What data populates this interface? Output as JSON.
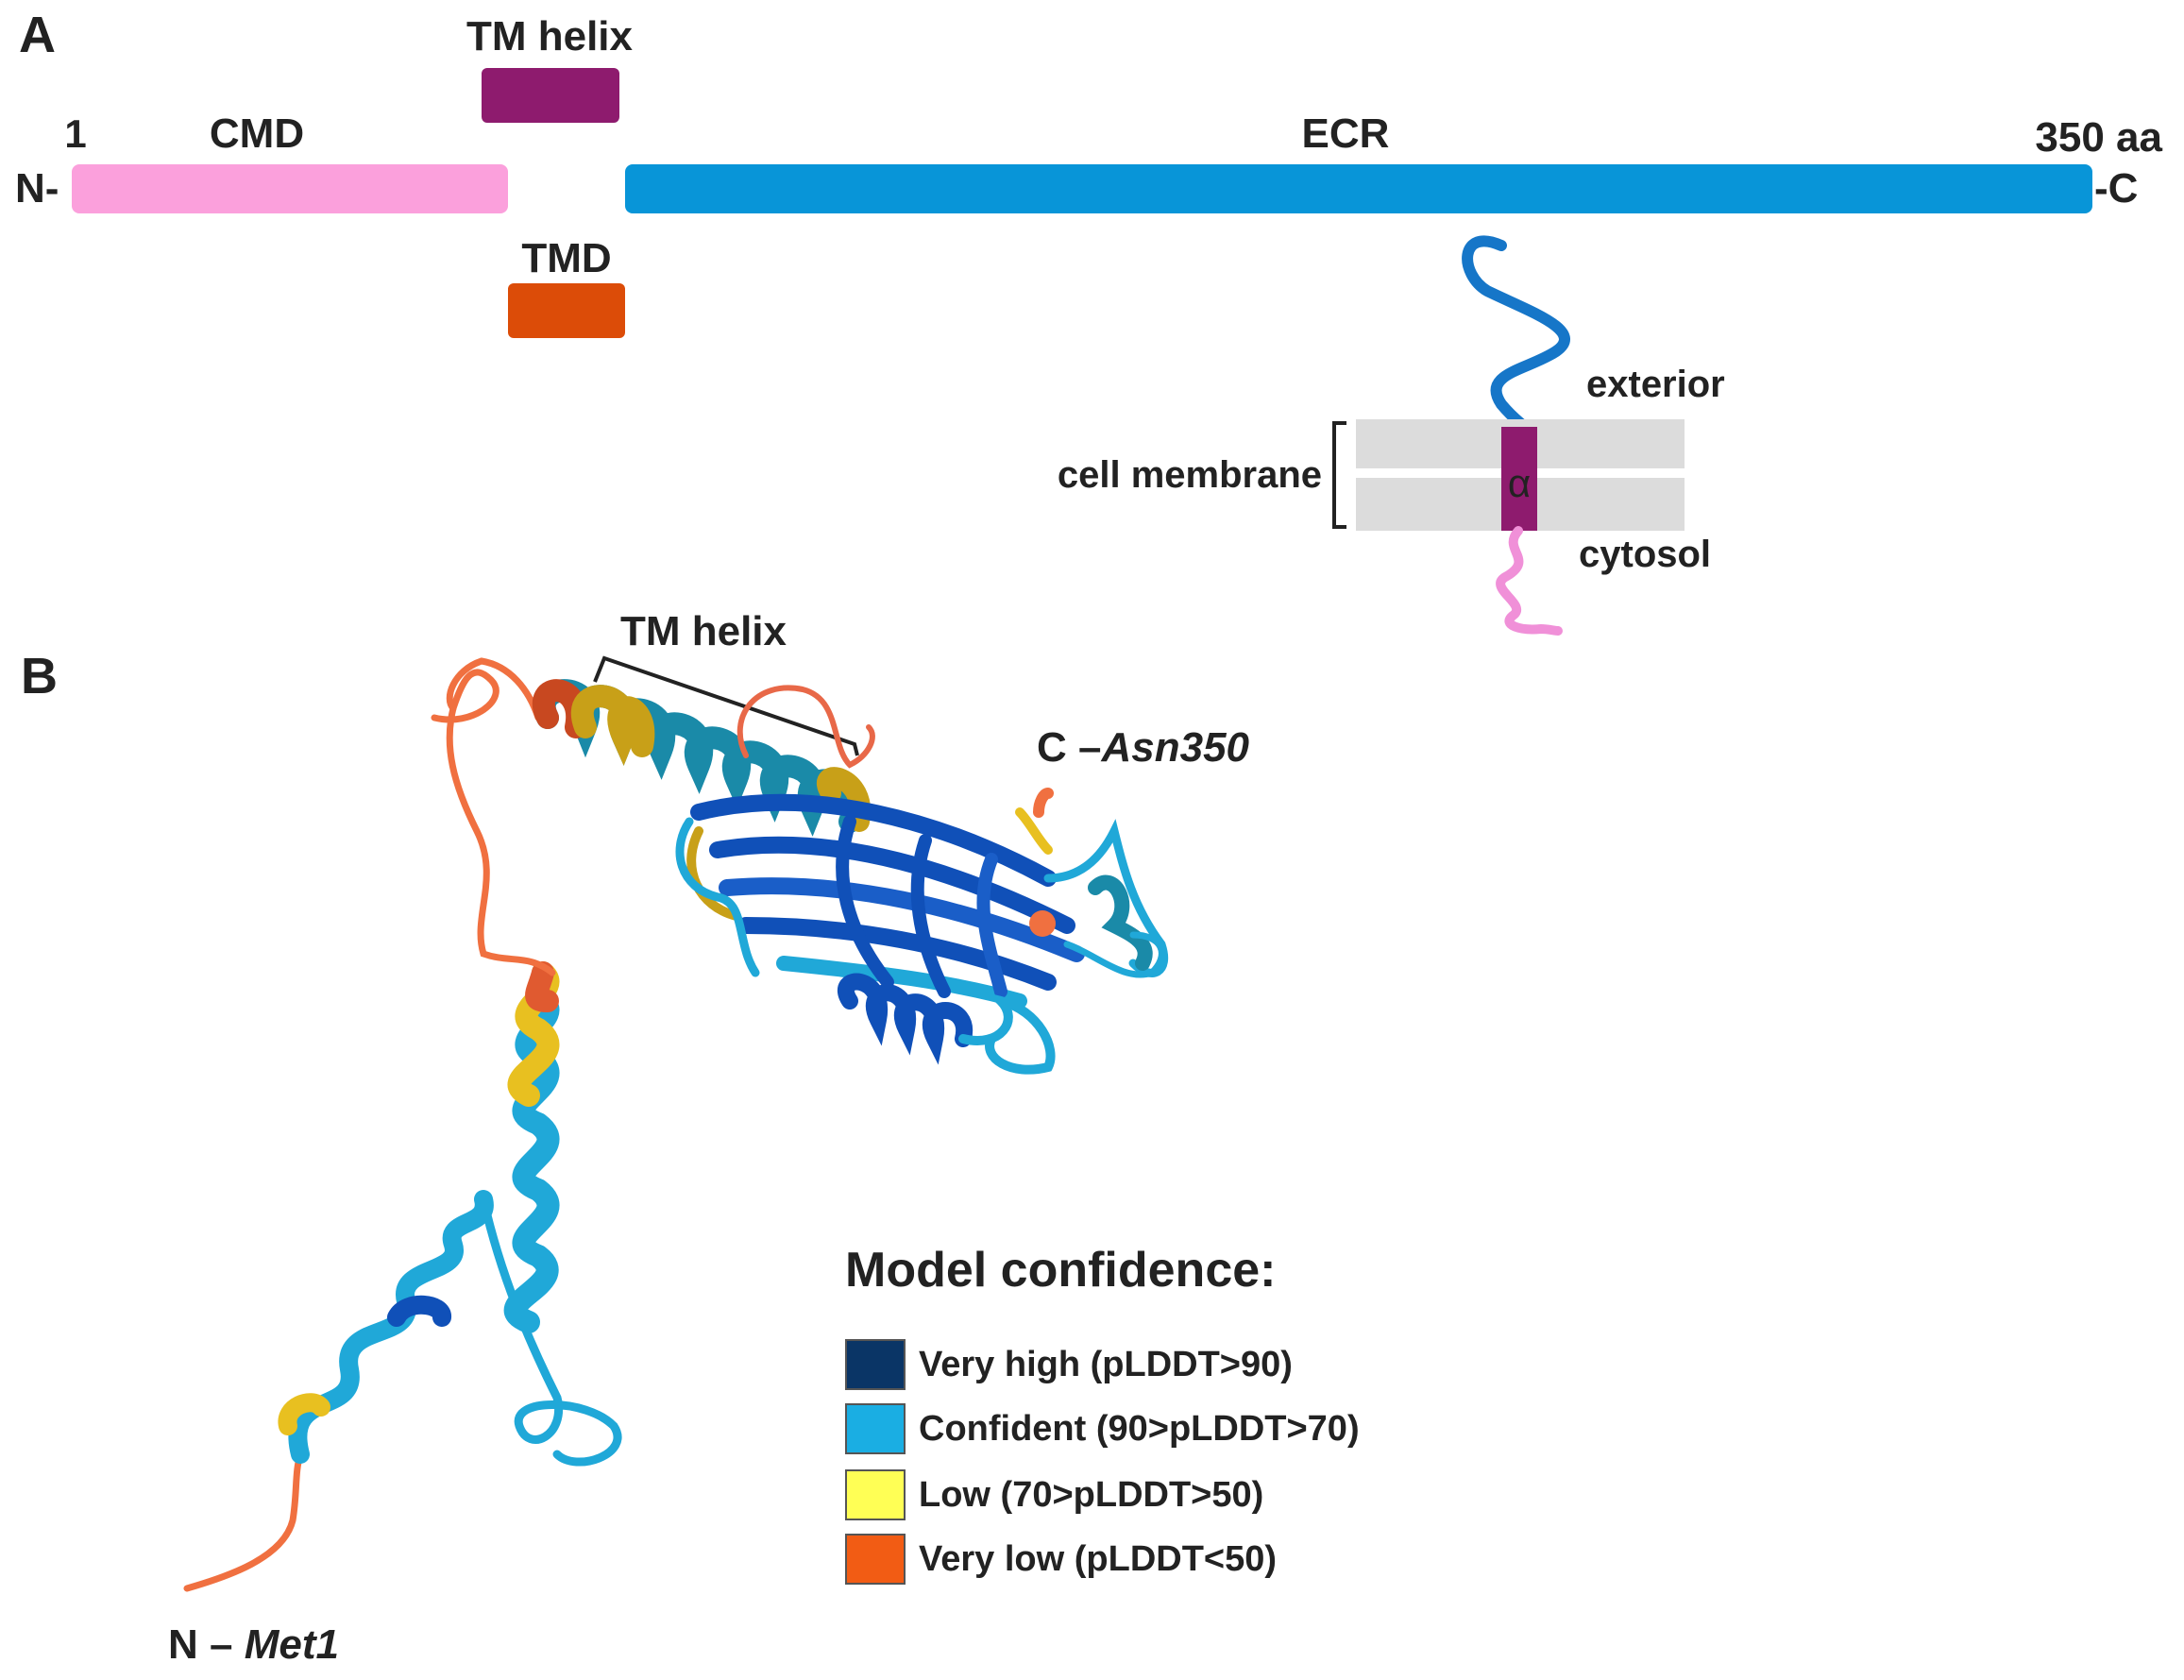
{
  "panel_a": {
    "label": "A",
    "tm_helix_label": "TM helix",
    "cmd_label": "CMD",
    "ecr_label": "ECR",
    "tmd_label": "TMD",
    "start_label": "1",
    "end_label": "350 aa",
    "n_term_label": "N-",
    "c_term_label": "-C",
    "exterior_label": "exterior",
    "membrane_label": "cell membrane",
    "cytosol_label": "cytosol",
    "alpha_label": "α"
  },
  "panel_b": {
    "label": "B",
    "tm_helix_label": "TM helix",
    "c_term_prefix": "C –",
    "c_term_residue": "Asn350",
    "n_term_prefix": "N – ",
    "n_term_residue": "Met1"
  },
  "legend": {
    "title": "Model confidence:",
    "items": [
      {
        "label": "Very high (pLDDT>90)",
        "color": "#0a3566"
      },
      {
        "label": "Confident (90>pLDDT>70)",
        "color": "#1aaee3"
      },
      {
        "label": "Low (70>pLDDT>50)",
        "color": "#ffff55"
      },
      {
        "label": "Very low (pLDDT<50)",
        "color": "#f25c14"
      }
    ]
  },
  "colors": {
    "cmd": "#fba0dc",
    "ecr": "#0895d8",
    "tm_helix": "#8e1b6e",
    "tmd": "#dc4c08",
    "membrane": "#dcdcdc",
    "very_low": "#f07040",
    "low": "#e8c020",
    "confident": "#20a8d8",
    "very_high": "#1050b8"
  }
}
